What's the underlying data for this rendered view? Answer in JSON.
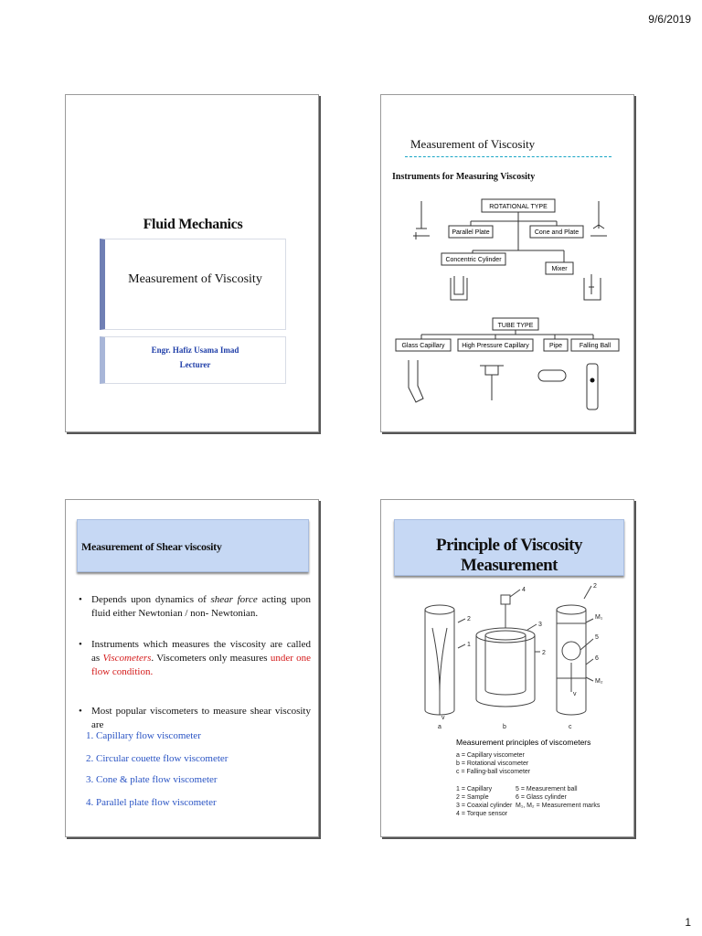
{
  "header": {
    "date": "9/6/2019"
  },
  "footer": {
    "page_number": "1"
  },
  "slide1": {
    "title": "Fluid Mechanics",
    "subtitle": "Measurement of Viscosity",
    "author": "Engr. Hafiz Usama Imad",
    "role": "Lecturer"
  },
  "slide2": {
    "title": "Measurement of Viscosity",
    "subtitle": "Instruments for Measuring Viscosity",
    "rotational_type": "ROTATIONAL TYPE",
    "parallel_plate": "Parallel Plate",
    "cone_and_plate": "Cone and Plate",
    "concentric_cylinder": "Concentric Cylinder",
    "mixer": "Mixer",
    "tube_type": "TUBE TYPE",
    "glass_capillary": "Glass Capillary",
    "high_pressure_capillary": "High Pressure Capillary",
    "pipe": "Pipe",
    "falling_ball": "Falling Ball"
  },
  "slide3": {
    "banner": "Measurement of Shear viscosity",
    "bullet1_a": "Depends upon dynamics of ",
    "bullet1_em": "shear force",
    "bullet1_b": " acting upon fluid either Newtonian / non- Newtonian.",
    "bullet2_a": "Instruments which measures the viscosity are called as ",
    "bullet2_em": "Viscometers",
    "bullet2_b": ". Viscometers only measures ",
    "bullet2_red": "under one flow condition.",
    "bullet3": "Most popular viscometers to measure shear viscosity are",
    "list": [
      "1.  Capillary flow viscometer",
      "2.  Circular couette flow viscometer",
      "3.  Cone & plate flow viscometer",
      "4.  Parallel plate flow viscometer"
    ]
  },
  "slide4": {
    "banner": "Principle of Viscosity Measurement",
    "fig_labels": {
      "a": "a",
      "b": "b",
      "c": "c",
      "n1": "1",
      "n2": "2",
      "n3": "3",
      "n4": "4",
      "n5": "5",
      "n6": "6",
      "v": "v",
      "m1": "M₁",
      "m2": "M₂"
    },
    "caption_title": "Measurement principles of viscometers",
    "caption_lines": [
      "a = Capillary viscometer",
      "b = Rotational viscometer",
      "c = Falling-ball viscometer"
    ],
    "legend_left": [
      "1 = Capillary",
      "2 = Sample",
      "3 = Coaxial cylinder",
      "4 = Torque sensor"
    ],
    "legend_right": [
      "5 = Measurement ball",
      "6 = Glass cylinder",
      "M₁, M₂ = Measurement marks"
    ]
  }
}
